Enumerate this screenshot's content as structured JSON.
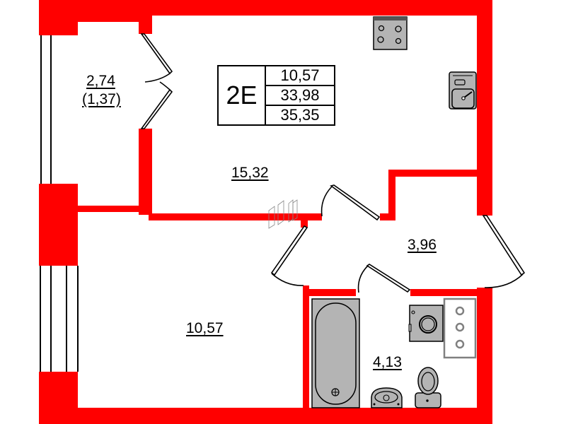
{
  "plan": {
    "apartment_code": "2E",
    "area_values": [
      "10,57",
      "33,98",
      "35,35"
    ],
    "colors": {
      "wall": "#ff0000",
      "fixture": "#b4b4b4",
      "outline": "#000000",
      "counter": "#808080"
    }
  },
  "rooms": [
    {
      "id": "balcony",
      "area": "2,74",
      "area_reduced": "(1,37)"
    },
    {
      "id": "kitchen-living",
      "area": "15,32"
    },
    {
      "id": "hallway",
      "area": "3,96"
    },
    {
      "id": "bedroom",
      "area": "10,57"
    },
    {
      "id": "bathroom",
      "area": "4,13"
    }
  ],
  "fixtures": {
    "stove": "stove-icon",
    "kitchen_sink": "kitchen-sink-icon",
    "bathtub": "bathtub-icon",
    "washbasin": "washbasin-icon",
    "toilet": "toilet-icon",
    "washing_machine": "washing-machine-icon",
    "counter": "bathroom-counter",
    "shaft": "ventilation-shaft-icon"
  }
}
